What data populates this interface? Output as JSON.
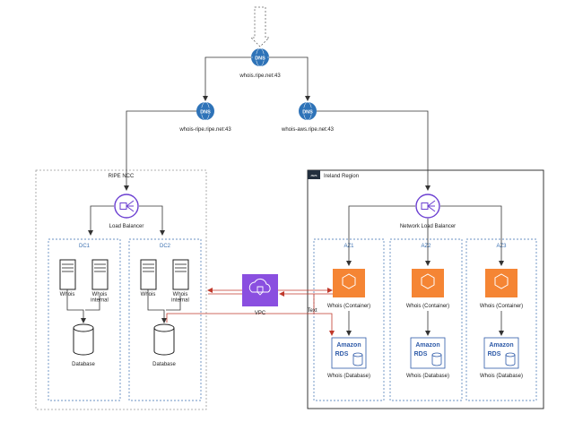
{
  "dns": {
    "top": {
      "icon_text": "DNS",
      "label": "whois.ripe.net:43"
    },
    "left": {
      "icon_text": "DNS",
      "label": "whois-ripe.ripe.net:43"
    },
    "right": {
      "icon_text": "DNS",
      "label": "whois-aws.ripe.net:43"
    }
  },
  "ripe": {
    "title": "RIPE NCC",
    "load_balancer": "Load Balancer",
    "dc1": {
      "title": "DC1",
      "server1": "Whois",
      "server2": "Whois\ninternal",
      "database": "Database"
    },
    "dc2": {
      "title": "DC2",
      "server1": "Whois",
      "server2": "Whois\ninternal",
      "database": "Database"
    }
  },
  "vpc": {
    "label": "VPC",
    "edge_label": "Text"
  },
  "aws": {
    "region_title": "Ireland Region",
    "load_balancer": "Network Load Balancer",
    "zones": [
      {
        "title": "AZ1",
        "container": "Whois (Container)",
        "rds_line1": "Amazon",
        "rds_line2": "RDS",
        "database": "Whois (Database)"
      },
      {
        "title": "AZ2",
        "container": "Whois (Container)",
        "rds_line1": "Amazon",
        "rds_line2": "RDS",
        "database": "Whois (Database)"
      },
      {
        "title": "AZ3",
        "container": "Whois (Container)",
        "rds_line1": "Amazon",
        "rds_line2": "RDS",
        "database": "Whois (Database)"
      }
    ]
  },
  "colors": {
    "dns_blue": "#2e73b8",
    "elb_purple": "#6b3fd1",
    "vpc_purple": "#8a4fe0",
    "ecs_orange": "#f58534",
    "rds_blue": "#2e5aa8",
    "zone_blue": "#3a6fb0",
    "red_link": "#c0392b"
  }
}
